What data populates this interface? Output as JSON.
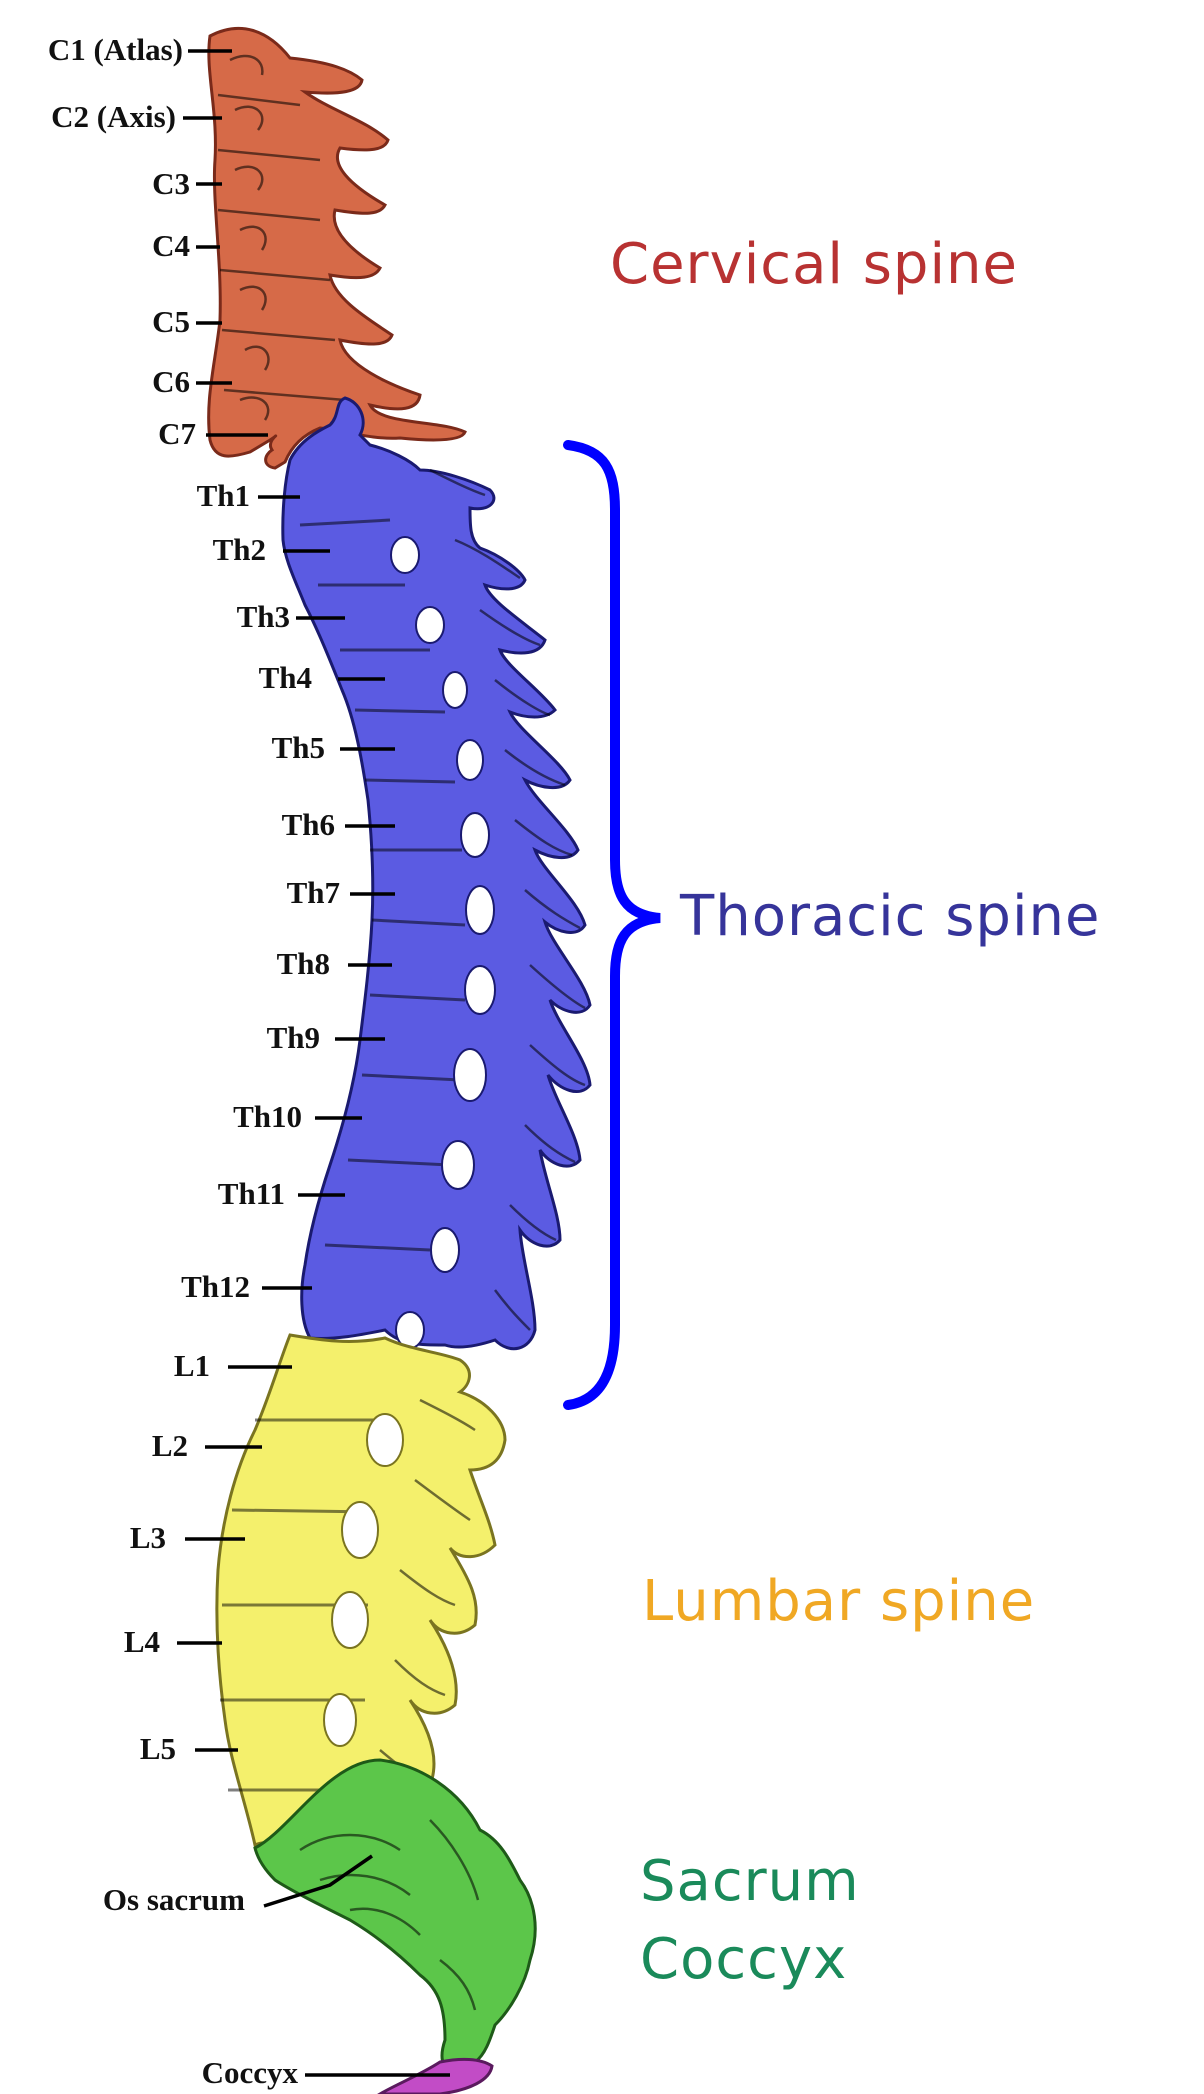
{
  "colors": {
    "cervical": "#d66a48",
    "thoracic": "#5b5be2",
    "lumbar": "#f4f06c",
    "sacrum": "#5cc64a",
    "coccyx": "#c24cc6",
    "bracket": "#0000ff",
    "cervical_text": "#b83232",
    "thoracic_text": "#36349a",
    "lumbar_text": "#f0a824",
    "sacrum_text": "#1a8a5a"
  },
  "regions": {
    "cervical": "Cervical spine",
    "thoracic": "Thoracic spine",
    "lumbar": "Lumbar spine",
    "sacrum": "Sacrum",
    "coccyx": "Coccyx"
  },
  "vertebrae": {
    "c1": "C1 (Atlas)",
    "c2": "C2 (Axis)",
    "c3": "C3",
    "c4": "C4",
    "c5": "C5",
    "c6": "C6",
    "c7": "C7",
    "th1": "Th1",
    "th2": "Th2",
    "th3": "Th3",
    "th4": "Th4",
    "th5": "Th5",
    "th6": "Th6",
    "th7": "Th7",
    "th8": "Th8",
    "th9": "Th9",
    "th10": "Th10",
    "th11": "Th11",
    "th12": "Th12",
    "l1": "L1",
    "l2": "L2",
    "l3": "L3",
    "l4": "L4",
    "l5": "L5",
    "os_sacrum": "Os sacrum",
    "coccyx": "Coccyx"
  }
}
